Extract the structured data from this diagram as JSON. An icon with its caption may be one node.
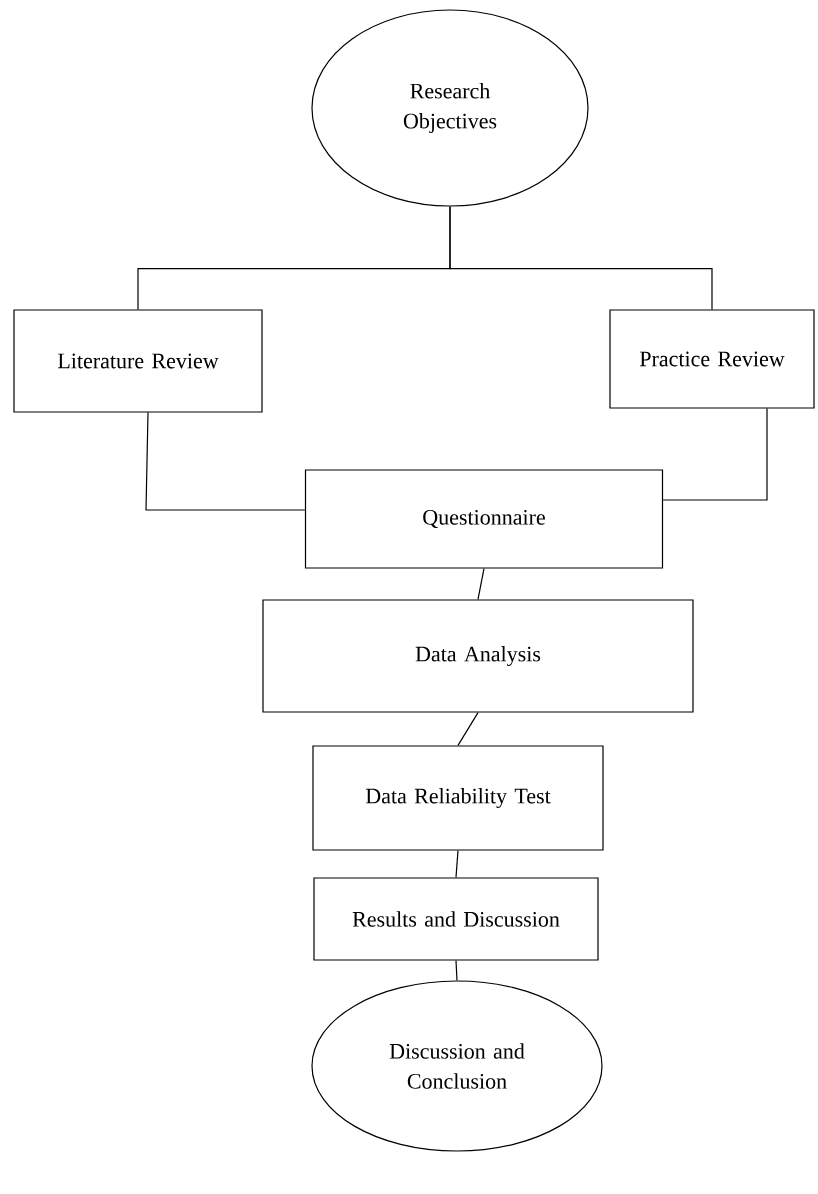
{
  "diagram": {
    "nodes": [
      {
        "text": [
          "Research Objectives"
        ]
      },
      {
        "text": [
          "Literature Review"
        ]
      },
      {
        "text": [
          "Practice Review"
        ]
      },
      {
        "text": [
          "Questionnaire"
        ]
      },
      {
        "text": [
          "Data Analysis"
        ]
      },
      {
        "text": [
          "Data Reliability Test"
        ]
      },
      {
        "text": [
          "Results and Discussion"
        ]
      },
      {
        "text": [
          "Discussion and Conclusion"
        ]
      }
    ],
    "edges": [
      {
        "from": 0,
        "to": 1,
        "arrow": "none"
      },
      {
        "from": 0,
        "to": 2,
        "arrow": "none"
      },
      {
        "from": 1,
        "to": 3,
        "arrow": "none"
      },
      {
        "from": 2,
        "to": 3,
        "arrow": "none"
      },
      {
        "from": 3,
        "to": 4,
        "arrow": "none"
      },
      {
        "from": 4,
        "to": 5,
        "arrow": "none"
      },
      {
        "from": 5,
        "to": 6,
        "arrow": "none"
      },
      {
        "from": 6,
        "to": 7,
        "arrow": "none"
      }
    ]
  }
}
